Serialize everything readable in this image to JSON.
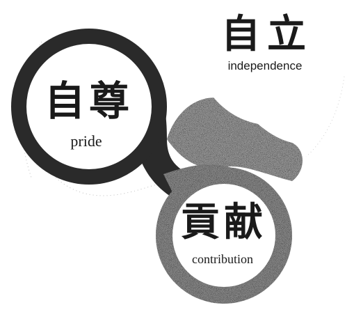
{
  "nodes": {
    "pride": {
      "kanji": "自尊",
      "label": "pride",
      "ring_color": "#2a2a2a"
    },
    "independence": {
      "kanji": "自立",
      "label": "independence",
      "ring_color": "#8a8a8a"
    },
    "contribution": {
      "kanji": "貢献",
      "label": "contribution",
      "ring_color": "#6e6e6e"
    }
  },
  "colors": {
    "background": "#ffffff",
    "dark_ring": "#2a2a2a",
    "speckle_ring": "#8c8c8c",
    "text": "#1a1a1a"
  }
}
